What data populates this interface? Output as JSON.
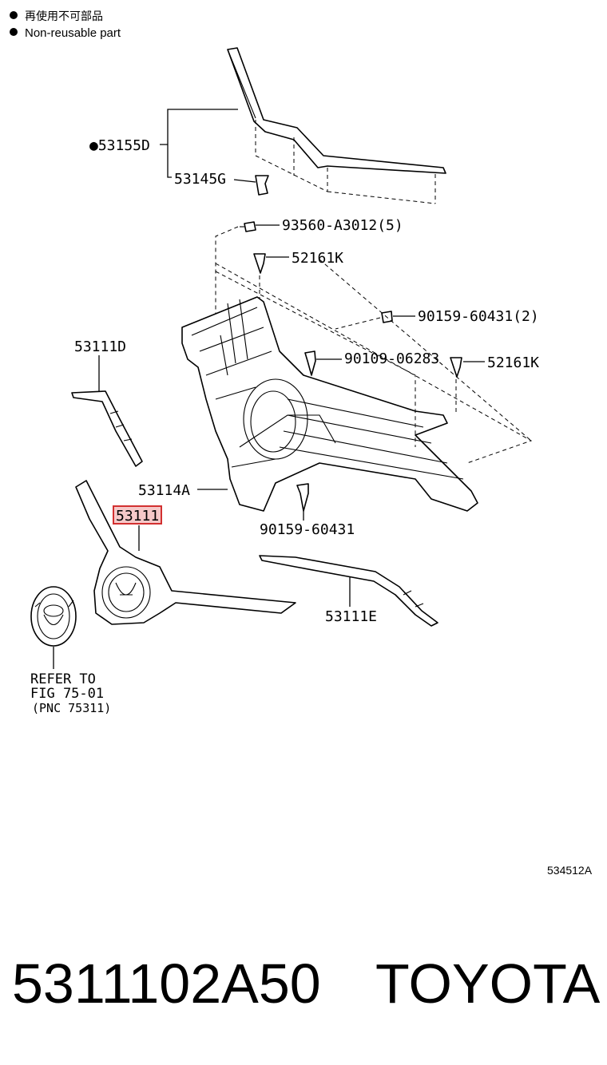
{
  "legend": {
    "line_jp": "再使用不可部品",
    "line_en": "Non-reusable part",
    "bullet": "●"
  },
  "callouts": {
    "p53155D": "●53155D",
    "p53145G": "53145G",
    "p93560": "93560-A3012(5)",
    "p52161K_top": "52161K",
    "p90159_2": "90159-60431(2)",
    "p90109": "90109-06283",
    "p52161K_right": "52161K",
    "p53111D": "53111D",
    "p53114A": "53114A",
    "p53111": "53111",
    "p90159": "90159-60431",
    "p53111E": "53111E"
  },
  "refer": {
    "line1": "REFER TO",
    "line2": "FIG 75-01",
    "line3": "(PNC 75311)"
  },
  "figure_code": "534512A",
  "footer": {
    "part_number": "5311102A50",
    "brand": "TOYOTA"
  },
  "colors": {
    "highlight_fill": "#f6c9c9",
    "highlight_border": "#d23030",
    "line": "#000000"
  }
}
